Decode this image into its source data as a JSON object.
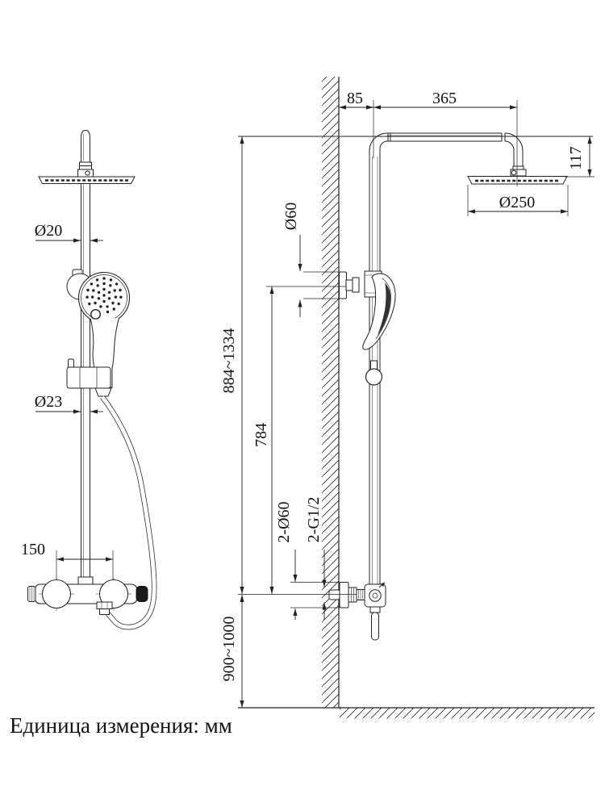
{
  "drawing": {
    "title_note": "Единица измерения: мм",
    "dims": {
      "arm_offset": "85",
      "arm_length": "365",
      "head_drop": "117",
      "head_diameter": "Ø250",
      "upper_flange_diameter": "Ø60",
      "upper_pipe_diameter": "Ø20",
      "lower_pipe_diameter": "Ø23",
      "valve_centers": "150",
      "rail_height_range": "884~1334",
      "bracket_to_valve": "784",
      "escutcheons": "2-Ø60",
      "threads": "2-G1/2",
      "install_height_range": "900~1000"
    },
    "colors": {
      "line": "#222222",
      "background": "#ffffff"
    }
  }
}
